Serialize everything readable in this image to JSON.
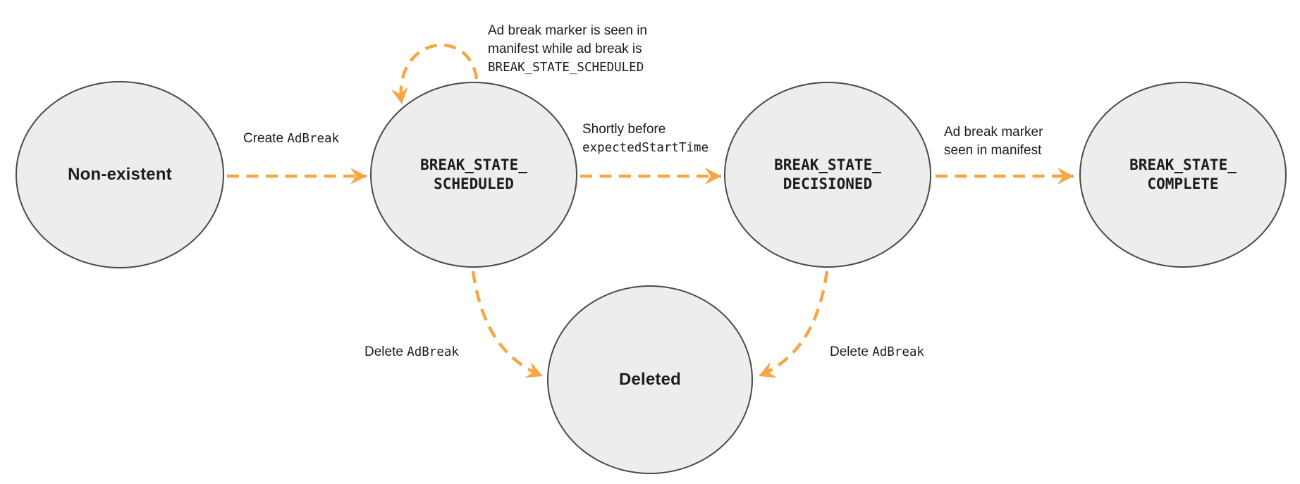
{
  "colors": {
    "arrow_orange": "#F6A642",
    "node_fill": "#EDEDED",
    "node_border": "#4A4A4A",
    "text": "#1C1C1C"
  },
  "nodes": {
    "non_existent": {
      "label": "Non-existent"
    },
    "scheduled": {
      "line1": "BREAK_STATE_",
      "line2": "SCHEDULED"
    },
    "decisioned": {
      "line1": "BREAK_STATE_",
      "line2": "DECISIONED"
    },
    "complete": {
      "line1": "BREAK_STATE_",
      "line2": "COMPLETE"
    },
    "deleted": {
      "label": "Deleted"
    }
  },
  "edges": {
    "create": {
      "text": "Create",
      "code": "AdBreak"
    },
    "self_loop": {
      "line1": "Ad break marker is seen in",
      "line2": "manifest while ad break is",
      "code_line": "BREAK_STATE_SCHEDULED"
    },
    "decision": {
      "line1": "Shortly before",
      "code_line": "expectedStartTime"
    },
    "complete": {
      "line1": "Ad break marker",
      "line2": "seen in manifest"
    },
    "delete_from_scheduled": {
      "text": "Delete",
      "code": "AdBreak"
    },
    "delete_from_decisioned": {
      "text": "Delete",
      "code": "AdBreak"
    }
  }
}
